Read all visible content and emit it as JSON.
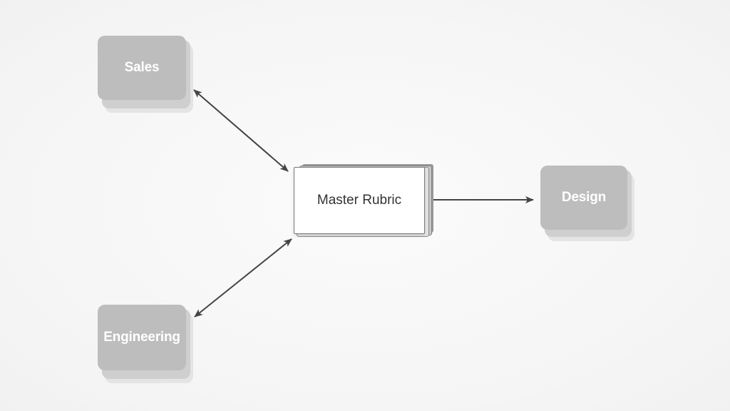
{
  "diagram": {
    "center": {
      "label": "Master Rubric"
    },
    "nodes": {
      "sales": {
        "label": "Sales"
      },
      "engineering": {
        "label": "Engineering"
      },
      "design": {
        "label": "Design"
      }
    },
    "colors": {
      "background": "#f6f6f6",
      "node_fill": "#bdbdbd",
      "node_text": "#ffffff",
      "center_fill": "#ffffff",
      "center_border": "#7a7a7a",
      "center_text": "#333333",
      "arrow": "#444444"
    },
    "edges": [
      {
        "from": "sales",
        "to": "master-rubric",
        "style": "bidirectional"
      },
      {
        "from": "engineering",
        "to": "master-rubric",
        "style": "bidirectional"
      },
      {
        "from": "master-rubric",
        "to": "design",
        "style": "directed"
      }
    ]
  }
}
